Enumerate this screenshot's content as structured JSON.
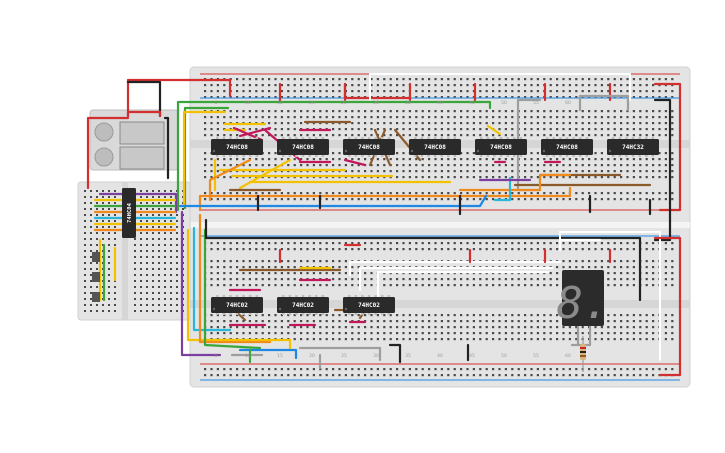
{
  "chips_top": [
    {
      "id": "u1",
      "label": "74HC08"
    },
    {
      "id": "u2",
      "label": "74HC08"
    },
    {
      "id": "u3",
      "label": "74HC08"
    },
    {
      "id": "u4",
      "label": "74HC08"
    },
    {
      "id": "u5",
      "label": "74HC08"
    },
    {
      "id": "u6",
      "label": "74HC08"
    },
    {
      "id": "u7",
      "label": "74HC32"
    }
  ],
  "chips_bottom": [
    {
      "id": "u8",
      "label": "74HC02"
    },
    {
      "id": "u9",
      "label": "74HC02"
    },
    {
      "id": "u10",
      "label": "74HC02"
    }
  ],
  "chip_side": {
    "label": "74HC04"
  },
  "column_numbers_top": [
    "5",
    "10",
    "15",
    "20",
    "25",
    "30",
    "35",
    "40",
    "45",
    "50",
    "55",
    "60"
  ],
  "column_numbers_bottom": [
    "5",
    "10",
    "15",
    "20",
    "25",
    "30",
    "35",
    "40",
    "45",
    "50",
    "55",
    "60"
  ],
  "display": {
    "digit": "8.",
    "segment_color": "#8a8a8a",
    "body_color": "#2b2b2b"
  },
  "colors": {
    "board": "#e6e6e6",
    "rail_red": "#d32f2f",
    "rail_blue": "#1e88e5",
    "chip": "#2a2a2a",
    "wire_yellow": "#f2c200",
    "wire_green": "#3aa53a",
    "wire_orange": "#f08a1c",
    "wire_brown": "#8b5a2b",
    "wire_magenta": "#c2185b",
    "wire_purple": "#7b3fa0",
    "wire_blue": "#1e88e5",
    "wire_cyan": "#29b6d8",
    "wire_gray": "#9e9e9e",
    "wire_white": "#ffffff",
    "wire_black": "#222222",
    "wire_red": "#e53935"
  }
}
